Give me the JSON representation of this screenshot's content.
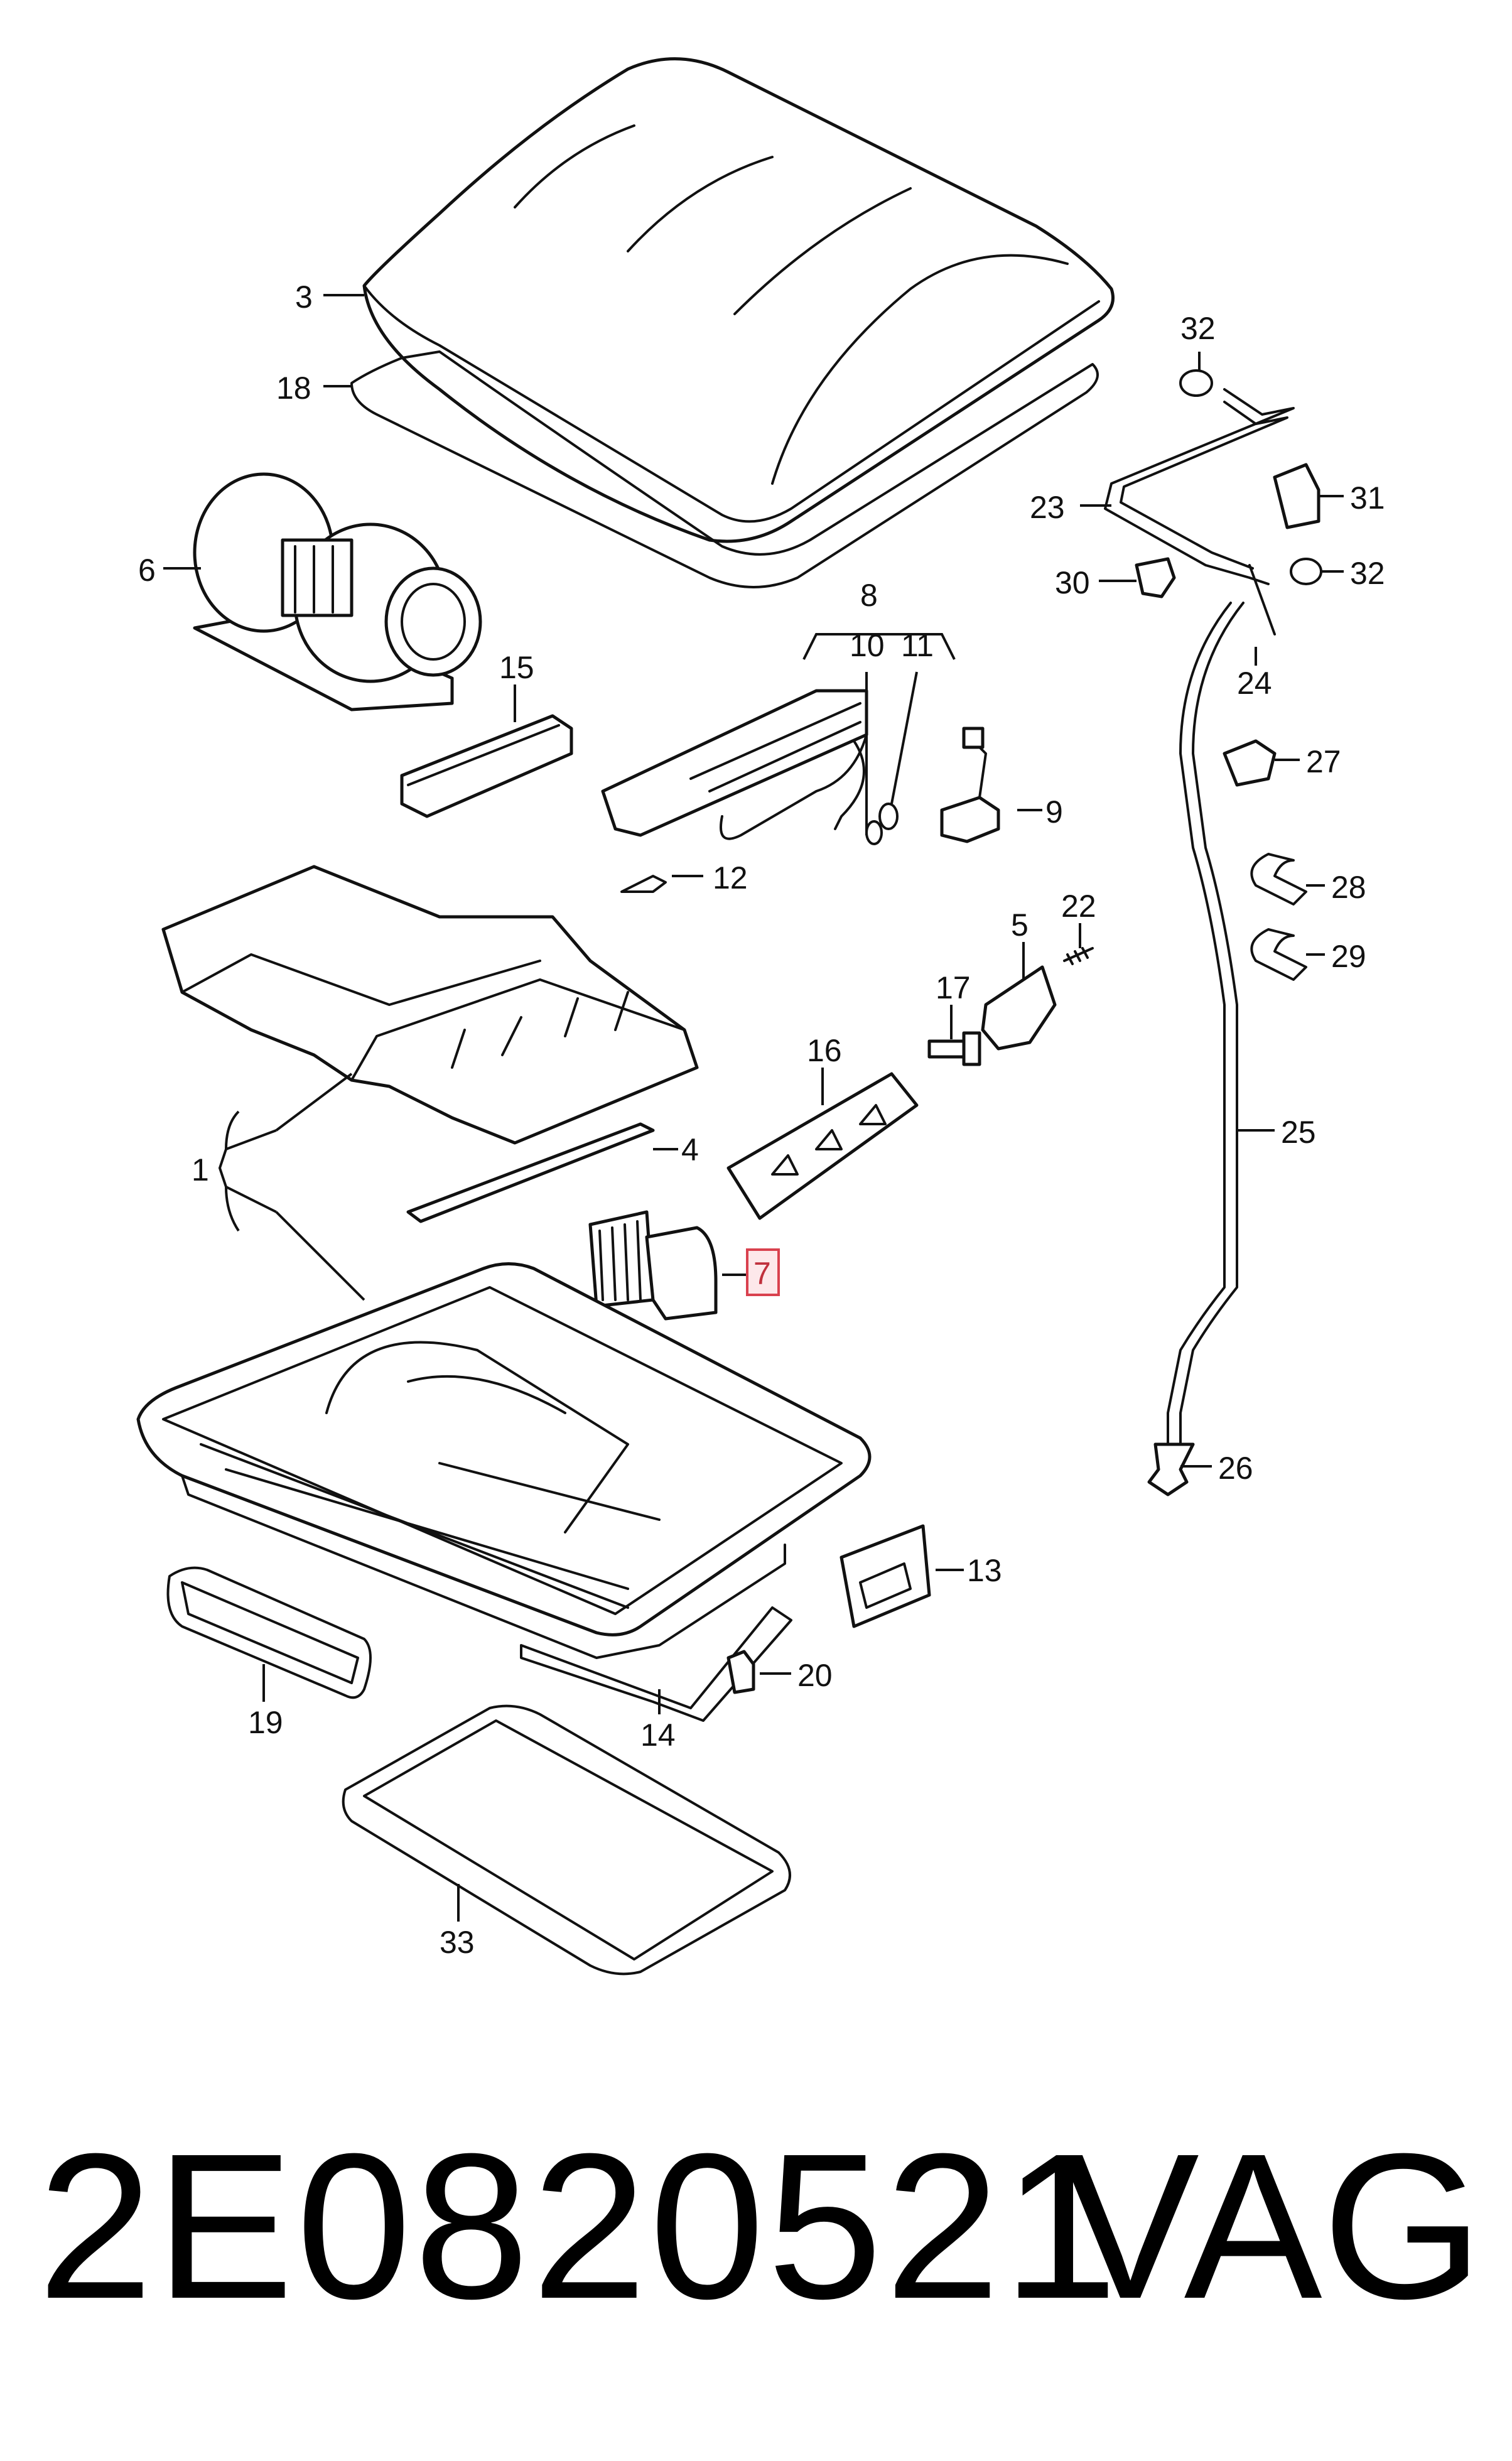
{
  "callouts": {
    "c1": "1",
    "c3": "3",
    "c4": "4",
    "c5": "5",
    "c6": "6",
    "c7": "7",
    "c8": "8",
    "c9": "9",
    "c10": "10",
    "c11": "11",
    "c12": "12",
    "c13": "13",
    "c14": "14",
    "c15": "15",
    "c16": "16",
    "c17": "17",
    "c18": "18",
    "c19": "19",
    "c20": "20",
    "c22": "22",
    "c23": "23",
    "c24": "24",
    "c25": "25",
    "c26": "26",
    "c27": "27",
    "c28": "28",
    "c29": "29",
    "c30": "30",
    "c31": "31",
    "c32a": "32",
    "c32b": "32",
    "c33": "33"
  },
  "highlighted_callout": "7",
  "highlight_color": "#d9414e",
  "caption": {
    "part_number": "2E0820521",
    "manufacturer": "VAG"
  }
}
